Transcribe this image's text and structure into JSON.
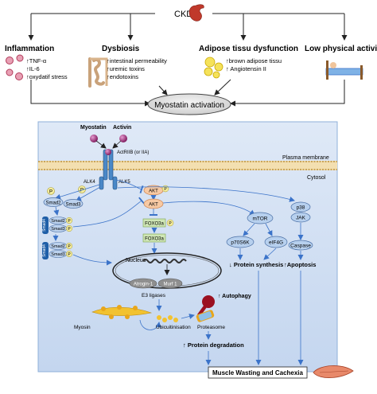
{
  "top": {
    "ckd": "CKD",
    "inflammation": {
      "title": "Inflammation",
      "items": [
        "↑TNF-α",
        "↑IL-6",
        "↑oxydatif stress"
      ]
    },
    "dysbiosis": {
      "title": "Dysbiosis",
      "items": [
        "↑intestinal permeability",
        "↑uremic toxins",
        "↑endotoxins"
      ]
    },
    "adipose": {
      "title": "Adipose tissu dysfunction",
      "items": [
        "↑brown adipose tissu",
        "↑ Angiotensin II"
      ]
    },
    "physical": {
      "title": "Low physical activity"
    },
    "myostatin_activation": "Myostatin activation"
  },
  "cell": {
    "myostatin": "Myostatin",
    "activin": "Activin",
    "receptor": "ActRIIB (or IIA)",
    "plasma_membrane": "Plasma membrane",
    "cytosol": "Cytosol",
    "alk4": "ALK4",
    "alk5": "ALK5",
    "p": "P",
    "smad2": "Smad2",
    "smad3": "Smad3",
    "smad4": "Smad4",
    "akt": "AKT",
    "foxo3a": "FOXO3a",
    "mtor": "mTOR",
    "p70s6k": "p70S6K",
    "eif4g": "eIF4G",
    "p38": "p38",
    "jak": "JAK",
    "caspase": "Caspase",
    "nucleus": "Nucleus",
    "atrogin": "Atrogin-1",
    "murf": "Murf 1",
    "e3": "E3 ligases",
    "myosin": "Myosin",
    "ubiquitinisation": "Ubicuitinisation",
    "proteasome": "Proteasome",
    "autophagy": "↑ Autophagy",
    "protein_synthesis": "↓ Protein synthesis",
    "apoptosis": "↑Apoptosis",
    "protein_degradation": "↑ Protein degradation",
    "result": "Muscle Wasting and Cachexia"
  }
}
